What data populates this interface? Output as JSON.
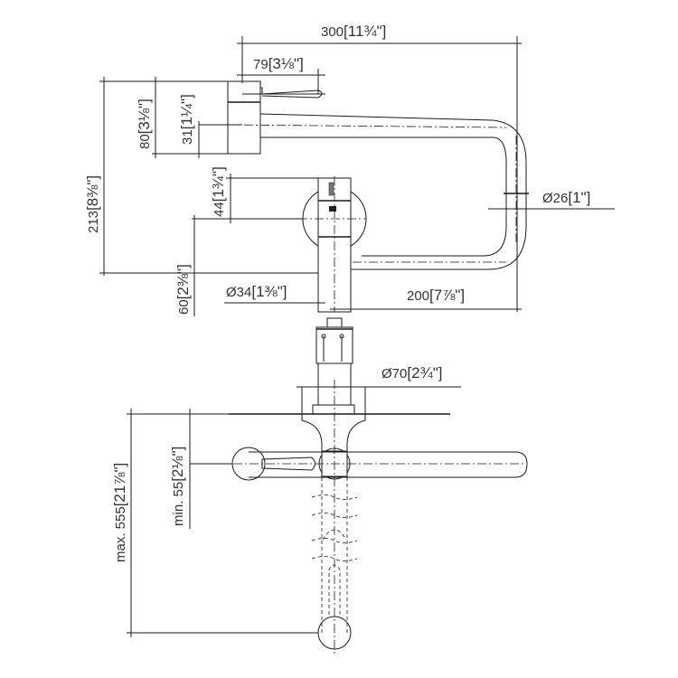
{
  "dimensions": {
    "overall_reach": {
      "metric": "300",
      "imperial": "[11¾\"]"
    },
    "handle_reach": {
      "metric": "79",
      "imperial": "[3⅛\"]"
    },
    "mount_height": {
      "metric": "80",
      "imperial": "[3⅛\"]"
    },
    "spout_offset": {
      "metric": "31",
      "imperial": "[1¼\"]"
    },
    "total_height": {
      "metric": "213",
      "imperial": "[8⅜\"]"
    },
    "valve_offset": {
      "metric": "44",
      "imperial": "[1¾\"]"
    },
    "spout_diameter": {
      "metric": "Ø26",
      "imperial": "[1\"]"
    },
    "base_height": {
      "metric": "60",
      "imperial": "[2⅜\"]"
    },
    "body_diameter": {
      "metric": "Ø34",
      "imperial": "[1⅜\"]"
    },
    "spout_length": {
      "metric": "200",
      "imperial": "[7⅞\"]"
    },
    "flange_diameter": {
      "metric": "Ø70",
      "imperial": "[2¾\"]"
    },
    "max_swing": {
      "metric": "max. 555",
      "imperial": "[21⅞\"]"
    },
    "min_swing": {
      "metric": "min. 55",
      "imperial": "[2⅛\"]"
    }
  }
}
